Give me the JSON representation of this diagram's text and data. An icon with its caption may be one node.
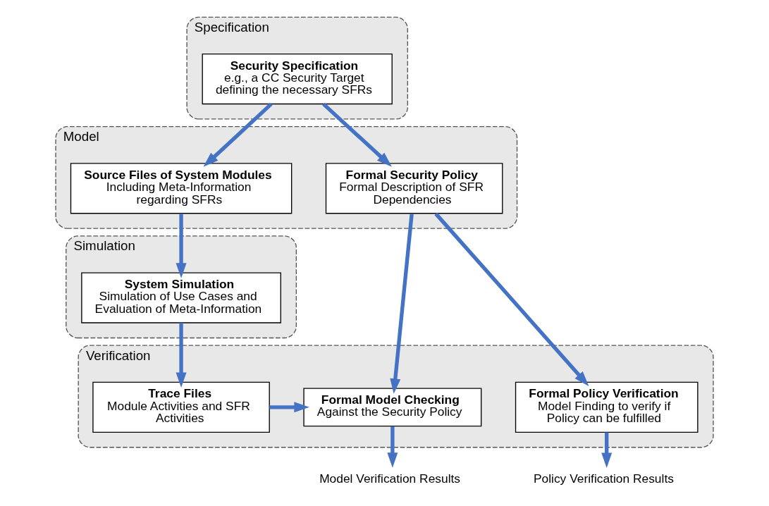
{
  "diagram": {
    "nodes": [
      {
        "text": [
          "Specification"
        ]
      },
      {
        "text": [
          "Security Specification",
          "e.g., a CC Security Target defining the necessary SFRs"
        ],
        "in": 0
      },
      {
        "text": [
          "Model"
        ]
      },
      {
        "text": [
          "Source Files of System Modules",
          "Including Meta-Information regarding SFRs"
        ],
        "in": 2
      },
      {
        "text": [
          "Formal Security Policy",
          "Formal Description of SFR Dependencies"
        ],
        "in": 2
      },
      {
        "text": [
          "Simulation"
        ]
      },
      {
        "text": [
          "System Simulation",
          "Simulation of Use Cases and Evaluation of Meta-Information"
        ],
        "in": 5
      },
      {
        "text": [
          "Verification"
        ]
      },
      {
        "text": [
          "Trace Files",
          "Module Activities and SFR Activities"
        ],
        "in": 7
      },
      {
        "text": [
          "Formal Model Checking",
          "Against the Security Policy"
        ],
        "in": 7
      },
      {
        "text": [
          "Formal Policy Verification",
          "Model Finding to verify if Policy can be fulfilled"
        ],
        "in": 7
      },
      {
        "text": [
          "Model Verification Results"
        ]
      },
      {
        "text": [
          "Policy Verification Results"
        ]
      }
    ],
    "edges": [
      {
        "from": 1,
        "to": 3,
        "arrow": "to"
      },
      {
        "from": 1,
        "to": 4,
        "arrow": "to"
      },
      {
        "from": 3,
        "to": 6,
        "arrow": "to"
      },
      {
        "from": 4,
        "to": 9,
        "arrow": "to"
      },
      {
        "from": 4,
        "to": 10,
        "arrow": "to"
      },
      {
        "from": 6,
        "to": 8,
        "arrow": "to"
      },
      {
        "from": 8,
        "to": 9,
        "arrow": "to"
      },
      {
        "from": 9,
        "to": 11,
        "arrow": "to"
      },
      {
        "from": 10,
        "to": 12,
        "arrow": "to"
      }
    ]
  }
}
